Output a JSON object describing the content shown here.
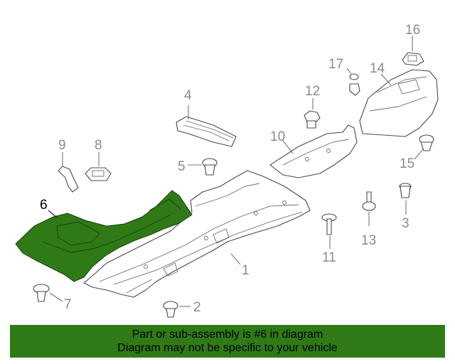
{
  "colors": {
    "highlight_part": "#2f7a17",
    "banner_bg": "#2f7a17",
    "callout_gray": "#8a8a8a",
    "callout_highlight": "#000000"
  },
  "callouts": {
    "c1": "1",
    "c2": "2",
    "c3": "3",
    "c4": "4",
    "c5": "5",
    "c6": "6",
    "c7": "7",
    "c8": "8",
    "c9": "9",
    "c10": "10",
    "c11": "11",
    "c12": "12",
    "c13": "13",
    "c14": "14",
    "c15": "15",
    "c16": "16",
    "c17": "17"
  },
  "highlighted_part": "6",
  "banner": {
    "line1": "Part or sub-assembly is #6 in diagram",
    "line2": "Diagram may not be specific to your vehicle"
  }
}
